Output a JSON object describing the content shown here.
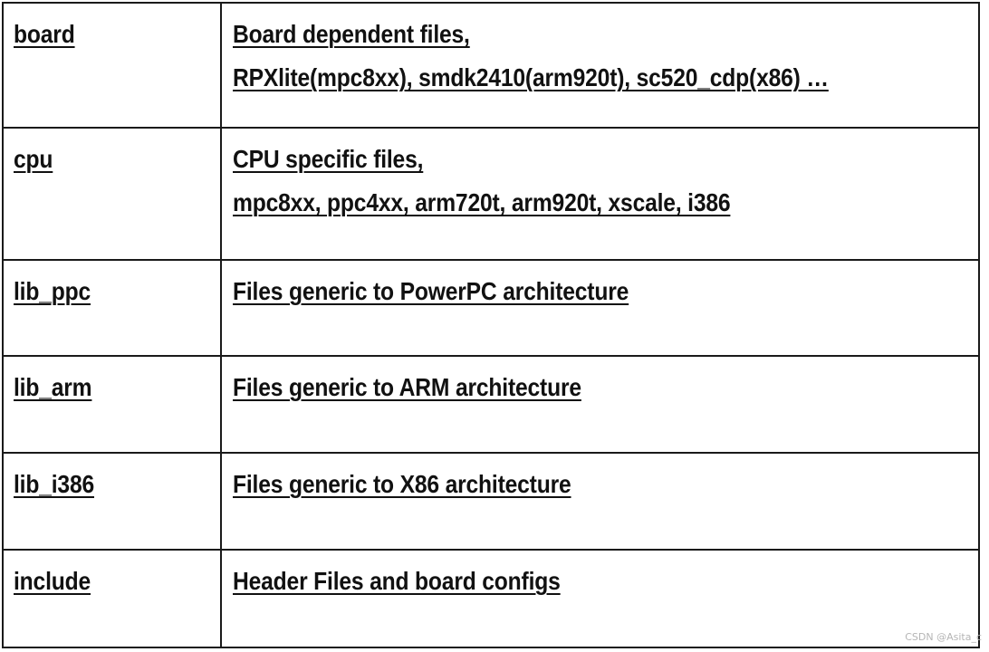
{
  "rows": [
    {
      "name": "board",
      "desc_lines": [
        "Board dependent files,",
        "RPXlite(mpc8xx), smdk2410(arm920t), sc520_cdp(x86) …"
      ]
    },
    {
      "name": "cpu",
      "desc_lines": [
        "CPU specific files,",
        "mpc8xx, ppc4xx, arm720t, arm920t, xscale, i386"
      ]
    },
    {
      "name": "lib_ppc",
      "desc_lines": [
        "Files generic to PowerPC architecture"
      ]
    },
    {
      "name": "lib_arm",
      "desc_lines": [
        "Files generic to ARM architecture"
      ]
    },
    {
      "name": "lib_i386",
      "desc_lines": [
        "Files generic to X86 architecture"
      ]
    },
    {
      "name": "include",
      "desc_lines": [
        "Header Files and board configs"
      ]
    }
  ],
  "watermark": "CSDN @Asita_c"
}
